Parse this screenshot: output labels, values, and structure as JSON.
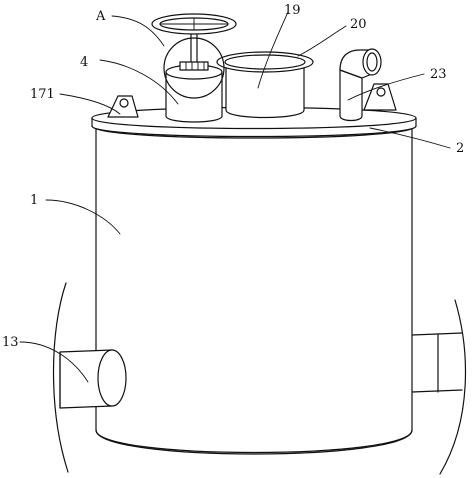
{
  "figure": {
    "labels": {
      "A": "A",
      "n19": "19",
      "n20": "20",
      "n4": "4",
      "n23": "23",
      "n171": "171",
      "n2": "2",
      "n1": "1",
      "n13": "13"
    }
  }
}
